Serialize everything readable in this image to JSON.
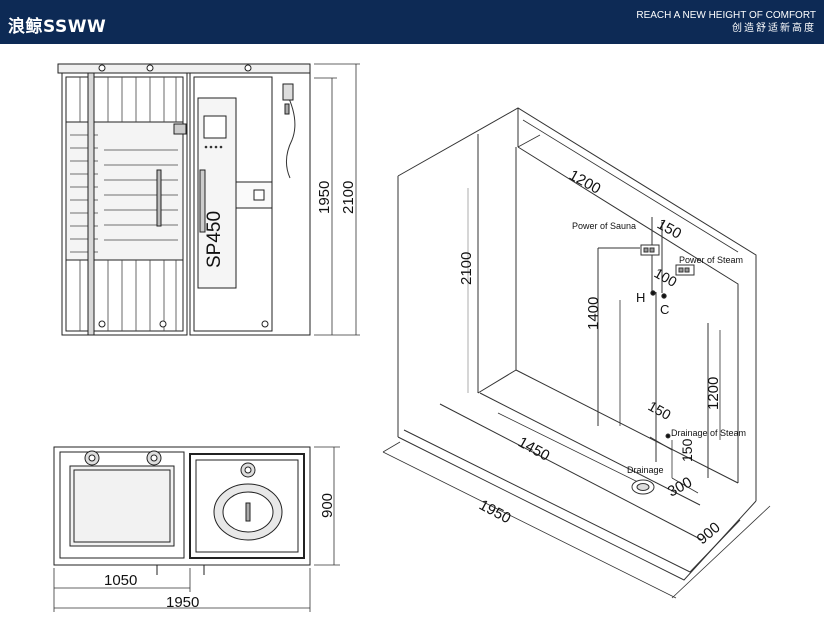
{
  "header": {
    "brand": "浪鲸SSWW",
    "tagline_en": "REACH A NEW HEIGHT OF COMFORT",
    "tagline_cn": "创造舒适新高度"
  },
  "front_view": {
    "model": "SP450",
    "dim_height_inner": "1950",
    "dim_height_total": "2100"
  },
  "top_view": {
    "dim_depth": "900",
    "dim_width_part": "1050",
    "dim_width_total": "1950"
  },
  "install_view": {
    "dim_height": "2100",
    "dim_width_back": "1200",
    "dim_sauna_offset": "150",
    "dim_hc_gap": "100",
    "dim_supply_height": "1400",
    "dim_drain_steam_height": "1200",
    "dim_front_length": "1450",
    "dim_steam_drain_offset": "150",
    "dim_steam_drain_side": "150",
    "dim_drain_offset": "300",
    "dim_total_width": "1950",
    "dim_depth": "900",
    "label_power_sauna": "Power of Sauna",
    "label_power_steam": "Power of Steam",
    "label_hot": "H",
    "label_cold": "C",
    "label_drainage_steam": "Drainage of Steam",
    "label_drainage": "Drainage"
  }
}
